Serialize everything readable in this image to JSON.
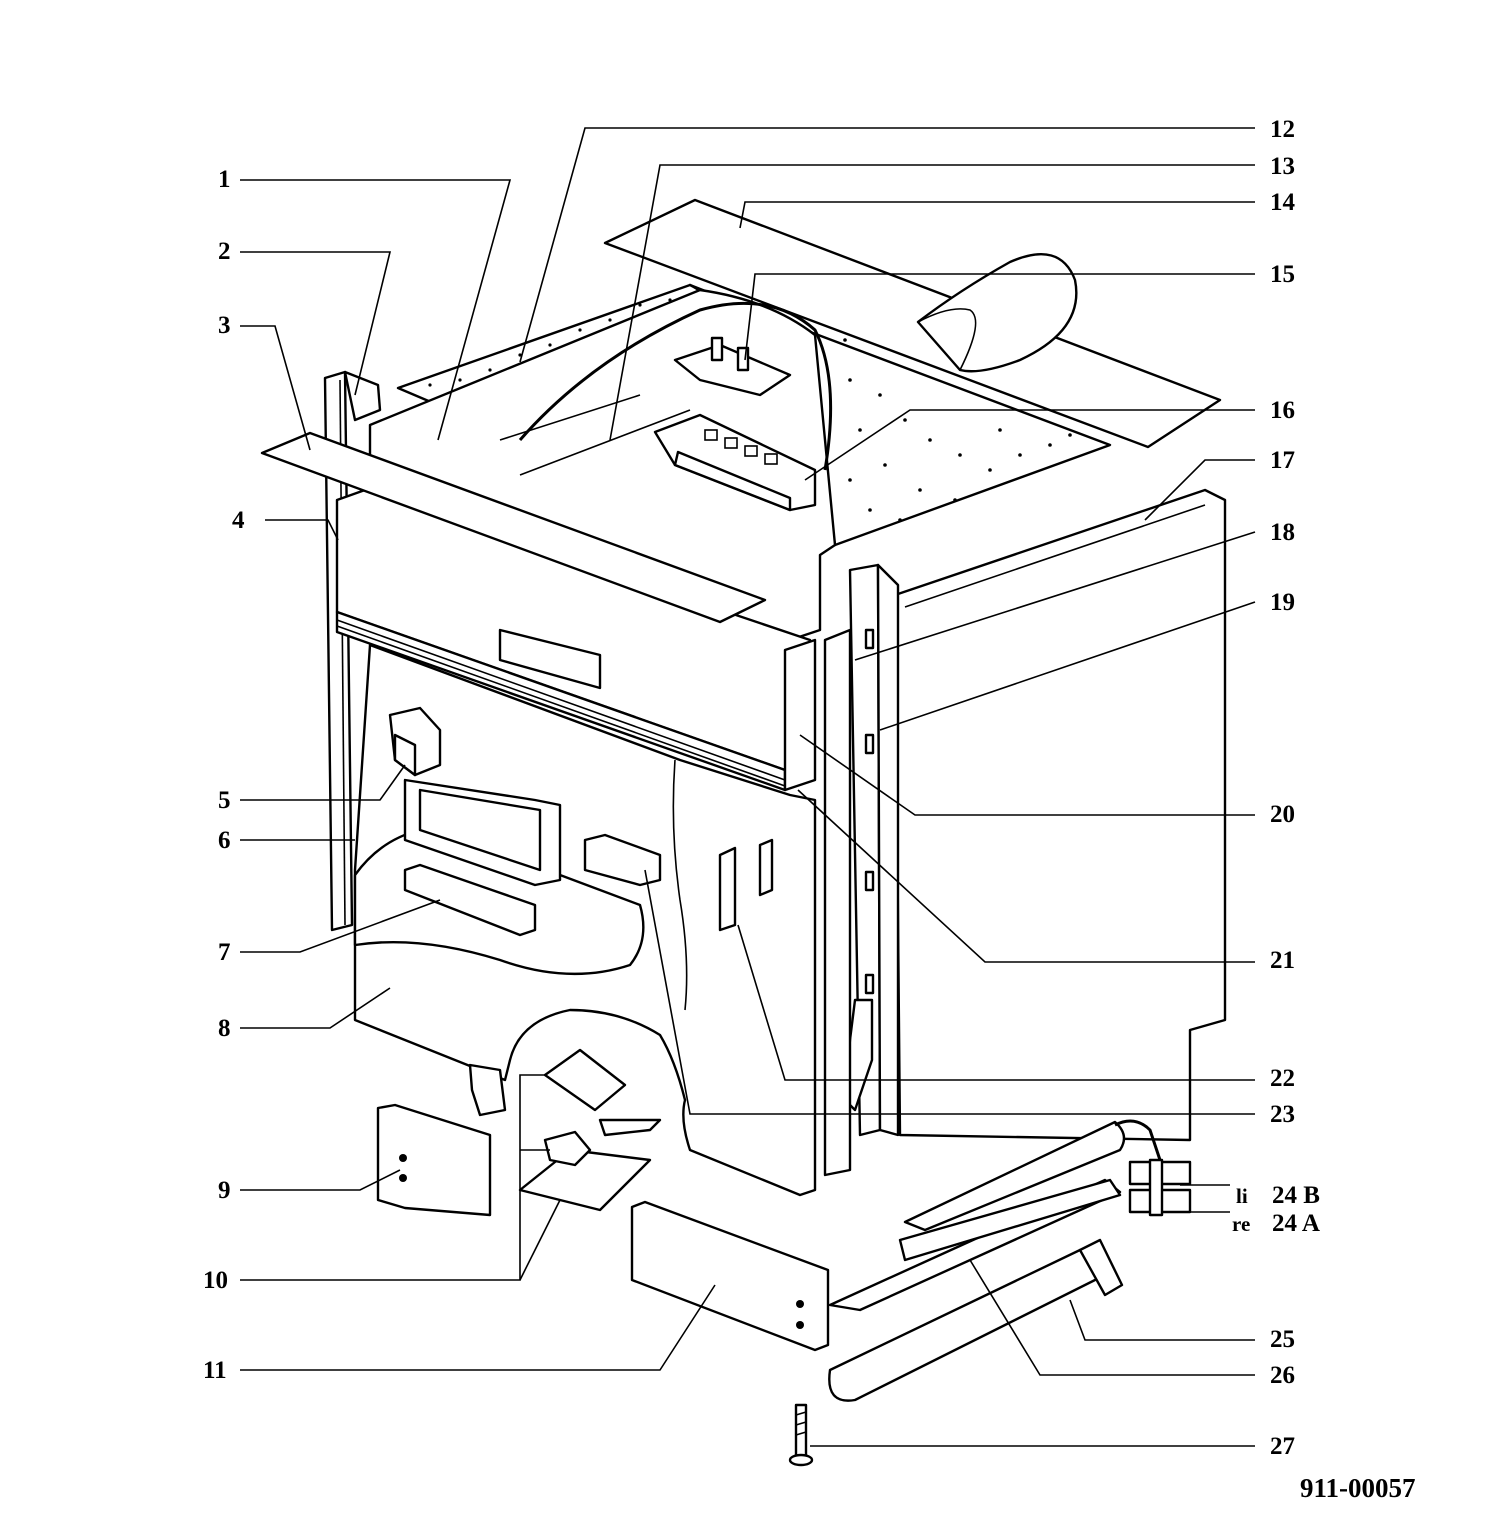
{
  "drawing_number": "911-00057",
  "callouts": {
    "c1": "1",
    "c2": "2",
    "c3": "3",
    "c4": "4",
    "c5": "5",
    "c6": "6",
    "c7": "7",
    "c8": "8",
    "c9": "9",
    "c10": "10",
    "c11": "11",
    "c12": "12",
    "c13": "13",
    "c14": "14",
    "c15": "15",
    "c16": "16",
    "c17": "17",
    "c18": "18",
    "c19": "19",
    "c20": "20",
    "c21": "21",
    "c22": "22",
    "c23": "23",
    "c24b": "24 B",
    "c24a": "24 A",
    "c25": "25",
    "c26": "26",
    "c27": "27"
  },
  "side_marks": {
    "left": "li",
    "right": "re"
  }
}
